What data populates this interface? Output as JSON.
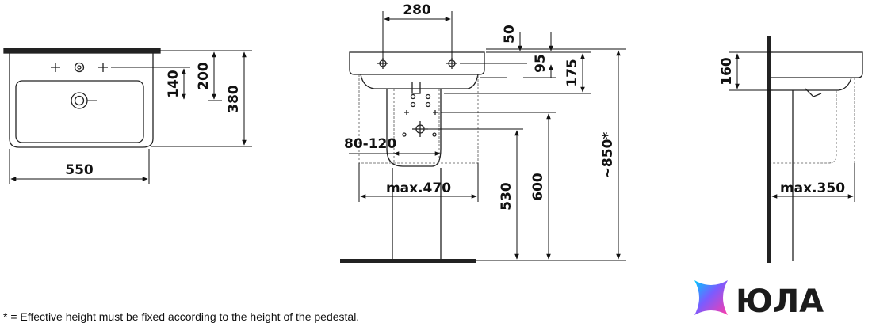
{
  "front_view": {
    "dim_width": "550",
    "dim_depth": "380",
    "dim_tap_offset": "200",
    "dim_drain_offset": "140"
  },
  "side_view": {
    "dim_tap_spacing": "280",
    "dim_top_50": "50",
    "dim_95": "95",
    "dim_175": "175",
    "dim_80_120": "80-120",
    "dim_max_470": "max.470",
    "dim_530": "530",
    "dim_600": "600",
    "dim_850": "~850*"
  },
  "profile_view": {
    "dim_160": "160",
    "dim_max_350": "max.350"
  },
  "footnote": "* = Effective height must be fixed according to the height of the pedestal.",
  "logo": {
    "icon": "star-gradient-icon",
    "text": "ЮЛА"
  }
}
